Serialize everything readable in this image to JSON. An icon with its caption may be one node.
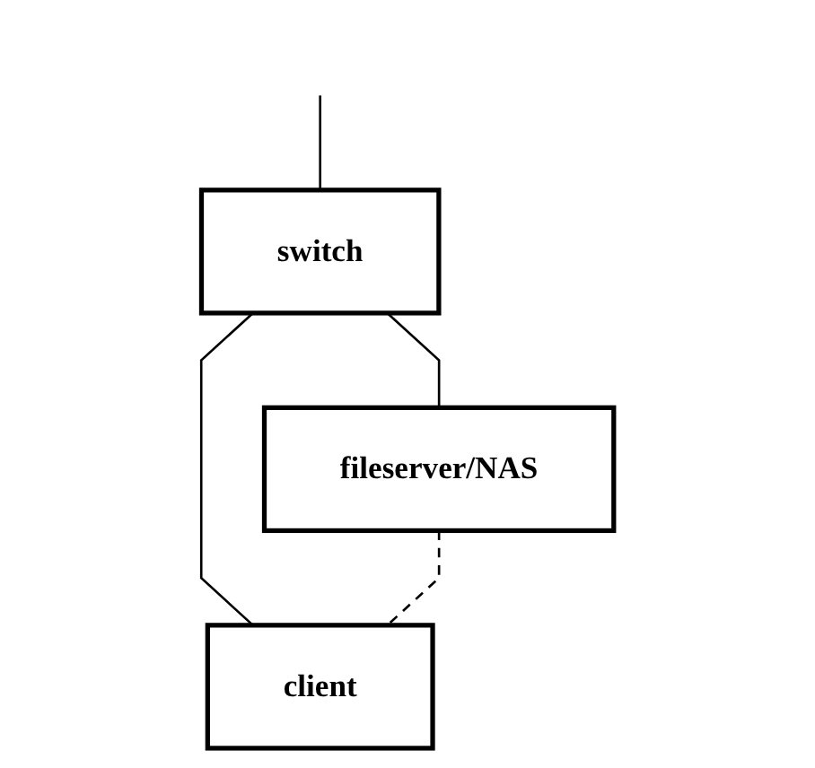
{
  "diagram": {
    "nodes": [
      {
        "text": [
          "switch"
        ]
      },
      {
        "text": [
          "fileserver/NAS"
        ]
      },
      {
        "text": [
          "client"
        ]
      }
    ],
    "edges": [
      {
        "from": null,
        "to": 0,
        "arrow": "none"
      },
      {
        "from": 0,
        "to": 1,
        "arrow": "none"
      },
      {
        "from": 0,
        "to": 2,
        "arrow": "none"
      },
      {
        "from": 1,
        "to": 2,
        "arrow": "none",
        "style": "dashed"
      }
    ]
  }
}
